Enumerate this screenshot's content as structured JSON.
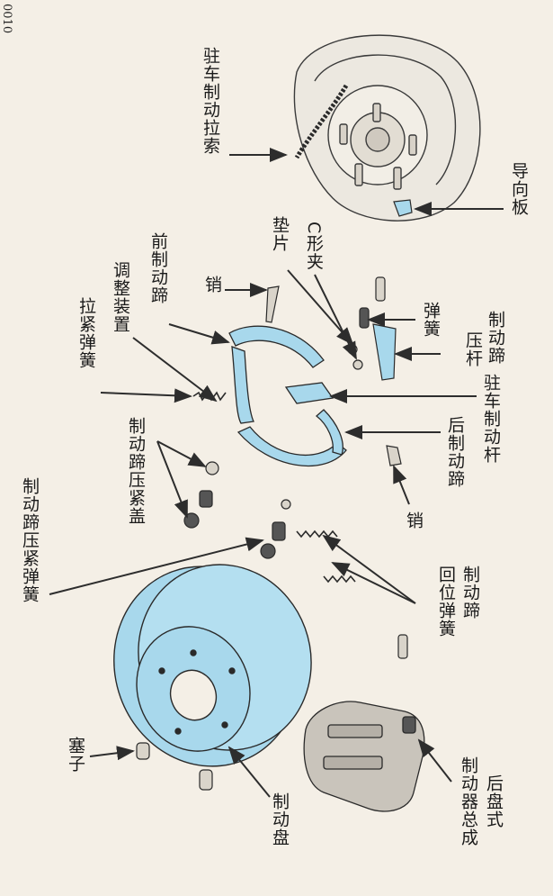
{
  "corner_text": "0010",
  "colors": {
    "part_fill": "#a8d8ec",
    "outline": "#2a2a2a",
    "arrow": "#2d2d2d",
    "paper": "#f4efe6"
  },
  "labels": {
    "parking_brake_cable": "驻车制动拉索",
    "guide_plate": "导向板",
    "shim": "垫片",
    "c_clip": "C形夹",
    "front_shoe": "前制动蹄",
    "pin_top": "销",
    "shoe_hold_lever_line1": "制动蹄",
    "shoe_hold_lever_line2": "压杆",
    "spring": "弹簧",
    "adjuster": "调整装置",
    "tension_spring": "拉紧弹簧",
    "parking_lever": "驻车制动杆",
    "rear_shoe": "后制动蹄",
    "hold_cap": "制动蹄压紧盖",
    "pin_right": "销",
    "hold_spring": "制动蹄压紧弹簧",
    "return_spring_line1": "制动蹄",
    "return_spring_line2": "回位弹簧",
    "plug": "塞子",
    "brake_disc": "制动盘",
    "caliper_line1": "后盘式",
    "caliper_line2": "制动器总成"
  }
}
